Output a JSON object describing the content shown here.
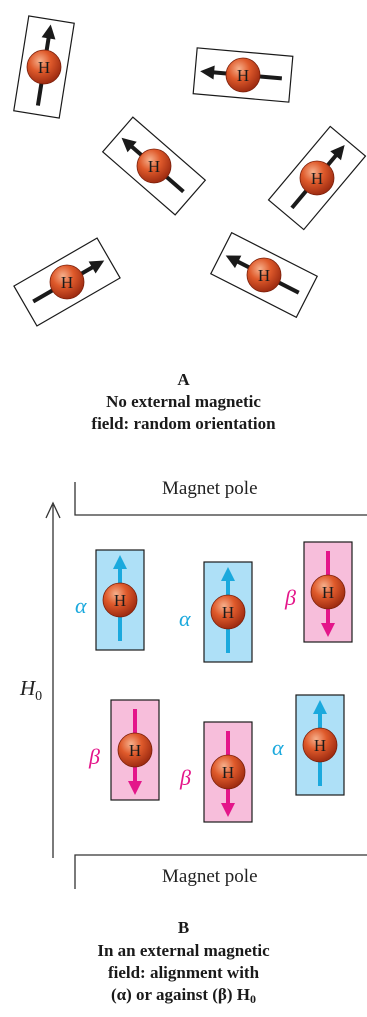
{
  "panel_a": {
    "letter": "A",
    "caption_line1": "No external magnetic",
    "caption_line2": "field: random orientation",
    "atom_label": "H"
  },
  "panel_b": {
    "letter": "B",
    "top_pole": "Magnet pole",
    "bottom_pole": "Magnet pole",
    "field_symbol": "H",
    "field_subscript": "0",
    "alpha": "α",
    "beta": "β",
    "atom_label": "H",
    "caption_line1": "In an external magnetic",
    "caption_line2": "field: alignment with",
    "caption_line3_prefix": "(α) or against (β) H",
    "caption_line3_subscript": "0"
  },
  "colors": {
    "alpha_box": "#aee0f7",
    "alpha_arrow": "#1ba9dd",
    "alpha_text": "#1ba9dd",
    "beta_box": "#f7bedb",
    "beta_arrow": "#e4168a",
    "beta_text": "#e4168a",
    "atom": "#d5431e",
    "arrow_dark": "#1a1a1a"
  }
}
